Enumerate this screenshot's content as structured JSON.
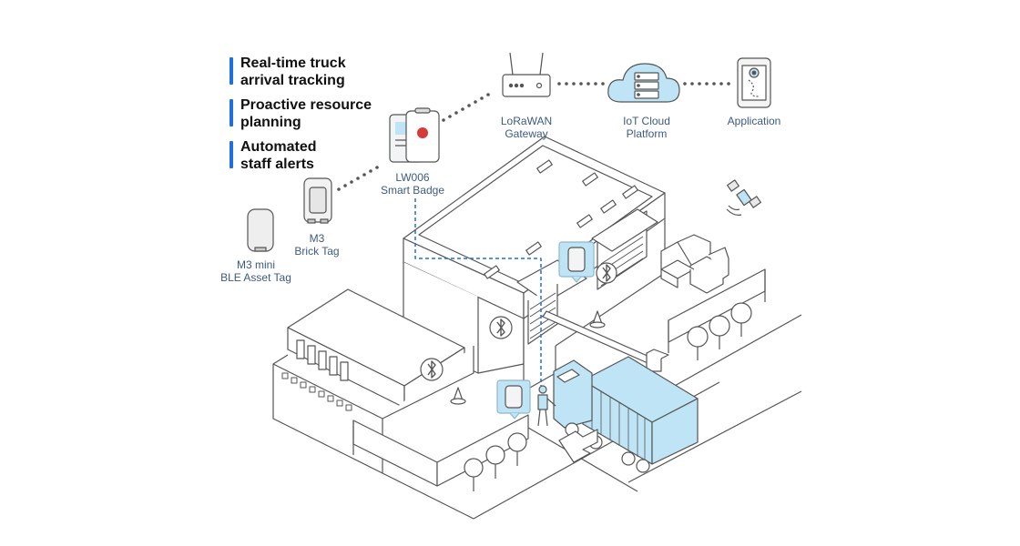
{
  "highlights": [
    {
      "line1": "Real-time truck",
      "line2": "arrival tracking"
    },
    {
      "line1": "Proactive resource",
      "line2": "planning"
    },
    {
      "line1": "Automated",
      "line2": "staff alerts"
    }
  ],
  "labels": {
    "gateway": {
      "line1": "LoRaWAN",
      "line2": "Gateway"
    },
    "cloud": {
      "line1": "IoT Cloud",
      "line2": "Platform"
    },
    "application": {
      "line1": "Application"
    },
    "badge": {
      "line1": "LW006",
      "line2": "Smart Badge"
    },
    "brick": {
      "line1": "M3",
      "line2": "Brick Tag"
    },
    "mini": {
      "line1": "M3 mini",
      "line2": "BLE Asset Tag"
    }
  },
  "colors": {
    "accent": "#1f6fe0",
    "label": "#3d5a80",
    "highlight_fill": "#bfe4f6",
    "line": "#555555"
  },
  "icons": [
    "gateway-icon",
    "cloud-server-icon",
    "phone-map-icon",
    "smart-badge-icon",
    "brick-tag-icon",
    "mini-tag-icon",
    "satellite-icon",
    "bluetooth-icon"
  ]
}
